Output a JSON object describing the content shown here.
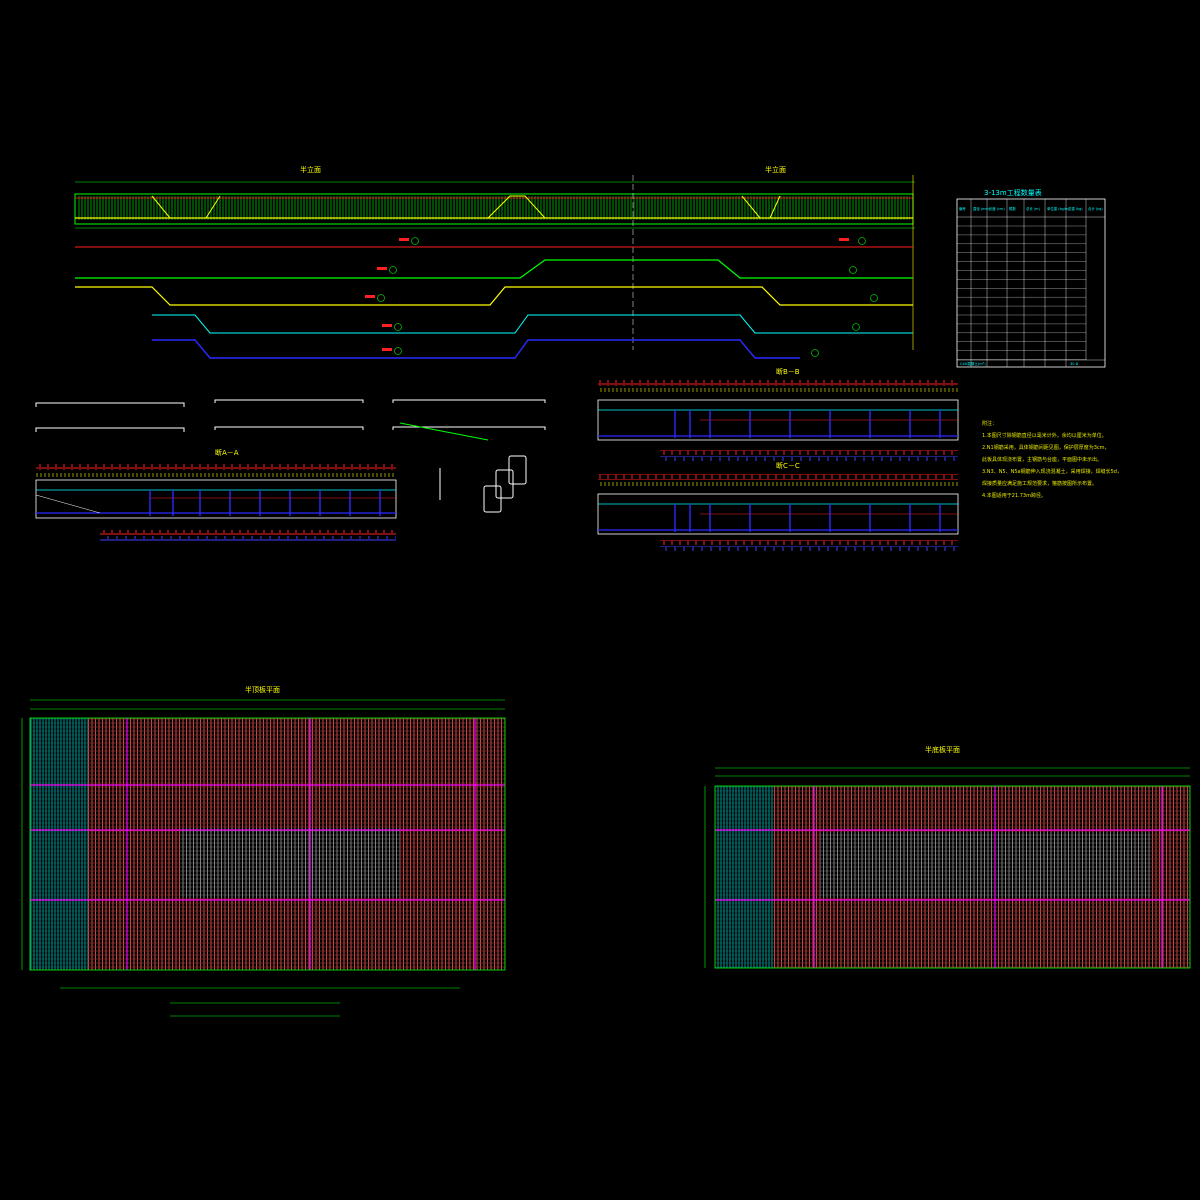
{
  "drawing": {
    "elevation": {
      "left_title": "半立面",
      "right_title": "半立面",
      "section_marks": [
        "A",
        "A",
        "B",
        "B",
        "C",
        "C"
      ]
    },
    "table": {
      "title": "3-13m工程数量表",
      "headers": [
        "编号",
        "直径 (mm)",
        "长度 (cm)",
        "根数",
        "总长 (m)",
        "单位重 (kg/m)",
        "总重 (kg)",
        "合计 (kg)"
      ],
      "footer": [
        "C40混凝土(m³)",
        "",
        "",
        "",
        "",
        "",
        "30.8",
        ""
      ]
    },
    "sections": {
      "a_title": "断A－A",
      "b_title": "断B－B",
      "c_title": "断C－C"
    },
    "notes": {
      "heading": "附注：",
      "items": [
        "1.本图尺寸除钢筋直径以毫米计外，余均以厘米为单位。",
        "2.N1钢筋采用，具体钢筋间距见图，保护层厚度为3cm，",
        "  此板具体现浇布置，主钢筋与台座，平面图中未示出。",
        "3.N3、N5、N5a钢筋伸入现浇混凝土，采用焊接，焊缝长5d，",
        "  焊接质量应满足施工规范要求，箍筋按图所示布置。",
        "4.本图适用于21.73m跨径。"
      ]
    },
    "plans": {
      "left_title": "半顶板平面",
      "right_title": "半底板平面"
    },
    "colors": {
      "background": "#000000",
      "green": "#00ff00",
      "yellow": "#ffff00",
      "cyan": "#00ffff",
      "red": "#ff2020",
      "magenta": "#ff00ff",
      "blue": "#2a2aff",
      "white": "#ffffff"
    }
  }
}
